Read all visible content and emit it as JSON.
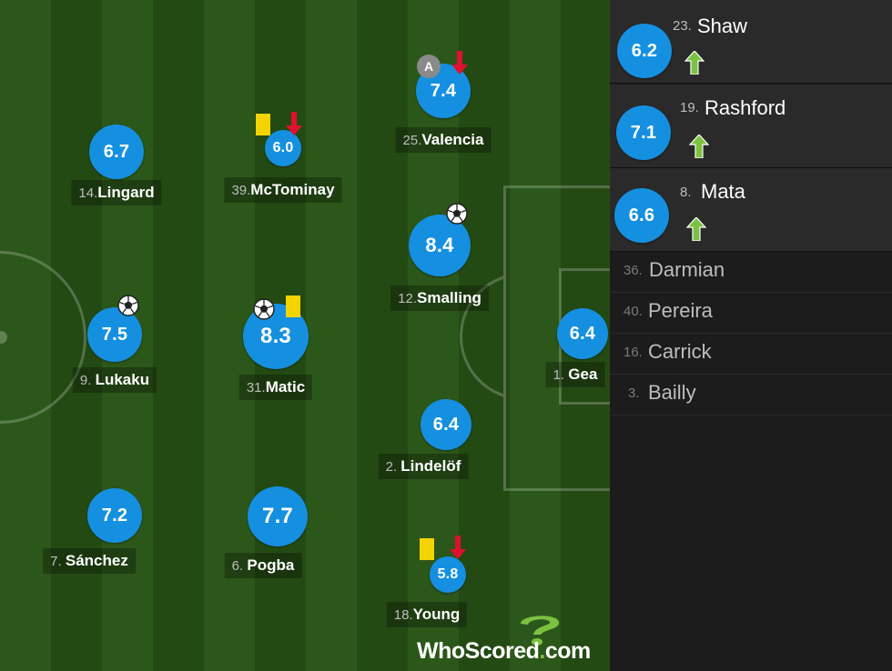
{
  "colors": {
    "rating_bubble": "#1590e0",
    "pitch_light": "#2c571a",
    "pitch_dark": "#244a14",
    "yellow_card": "#f3d400",
    "sub_off_arrow": "#e0102f",
    "sub_on_arrow": "#7cc242",
    "sidebar_bg": "#1c1c1c"
  },
  "players": [
    {
      "number": "14.",
      "name": "Lingard",
      "rating": "6.7"
    },
    {
      "number": "39.",
      "name": "McTominay",
      "rating": "6.0",
      "icons": [
        "yellow-card-icon",
        "sub-off-arrow-icon"
      ]
    },
    {
      "number": "25.",
      "name": "Valencia",
      "rating": "7.4",
      "icons": [
        "captain-icon",
        "sub-off-arrow-icon"
      ],
      "captain_label": "A"
    },
    {
      "number": "12.",
      "name": "Smalling",
      "rating": "8.4",
      "icons": [
        "goal-ball-icon"
      ]
    },
    {
      "number": "9. ",
      "name": "Lukaku",
      "rating": "7.5",
      "icons": [
        "goal-ball-icon"
      ]
    },
    {
      "number": "31.",
      "name": "Matic",
      "rating": "8.3",
      "icons": [
        "goal-ball-icon",
        "yellow-card-icon"
      ]
    },
    {
      "number": "1. ",
      "name": "Gea",
      "rating": "6.4"
    },
    {
      "number": "2. ",
      "name": "Lindelöf",
      "rating": "6.4"
    },
    {
      "number": "7. ",
      "name": "Sánchez",
      "rating": "7.2"
    },
    {
      "number": "6. ",
      "name": "Pogba",
      "rating": "7.7"
    },
    {
      "number": "18.",
      "name": "Young",
      "rating": "5.8",
      "icons": [
        "yellow-card-icon",
        "sub-off-arrow-icon"
      ]
    }
  ],
  "substitutes_on": [
    {
      "number": "23.",
      "name": "Shaw",
      "rating": "6.2"
    },
    {
      "number": "19.",
      "name": "Rashford",
      "rating": "7.1"
    },
    {
      "number": "8. ",
      "name": "Mata",
      "rating": "6.6"
    }
  ],
  "bench": [
    {
      "number": "36.",
      "name": "Darmian"
    },
    {
      "number": "40.",
      "name": "Pereira"
    },
    {
      "number": "16.",
      "name": "Carrick"
    },
    {
      "number": "3. ",
      "name": "Bailly"
    }
  ],
  "logo": {
    "text_main": "WhoScored",
    "text_dot": ".",
    "text_tail": "com"
  }
}
